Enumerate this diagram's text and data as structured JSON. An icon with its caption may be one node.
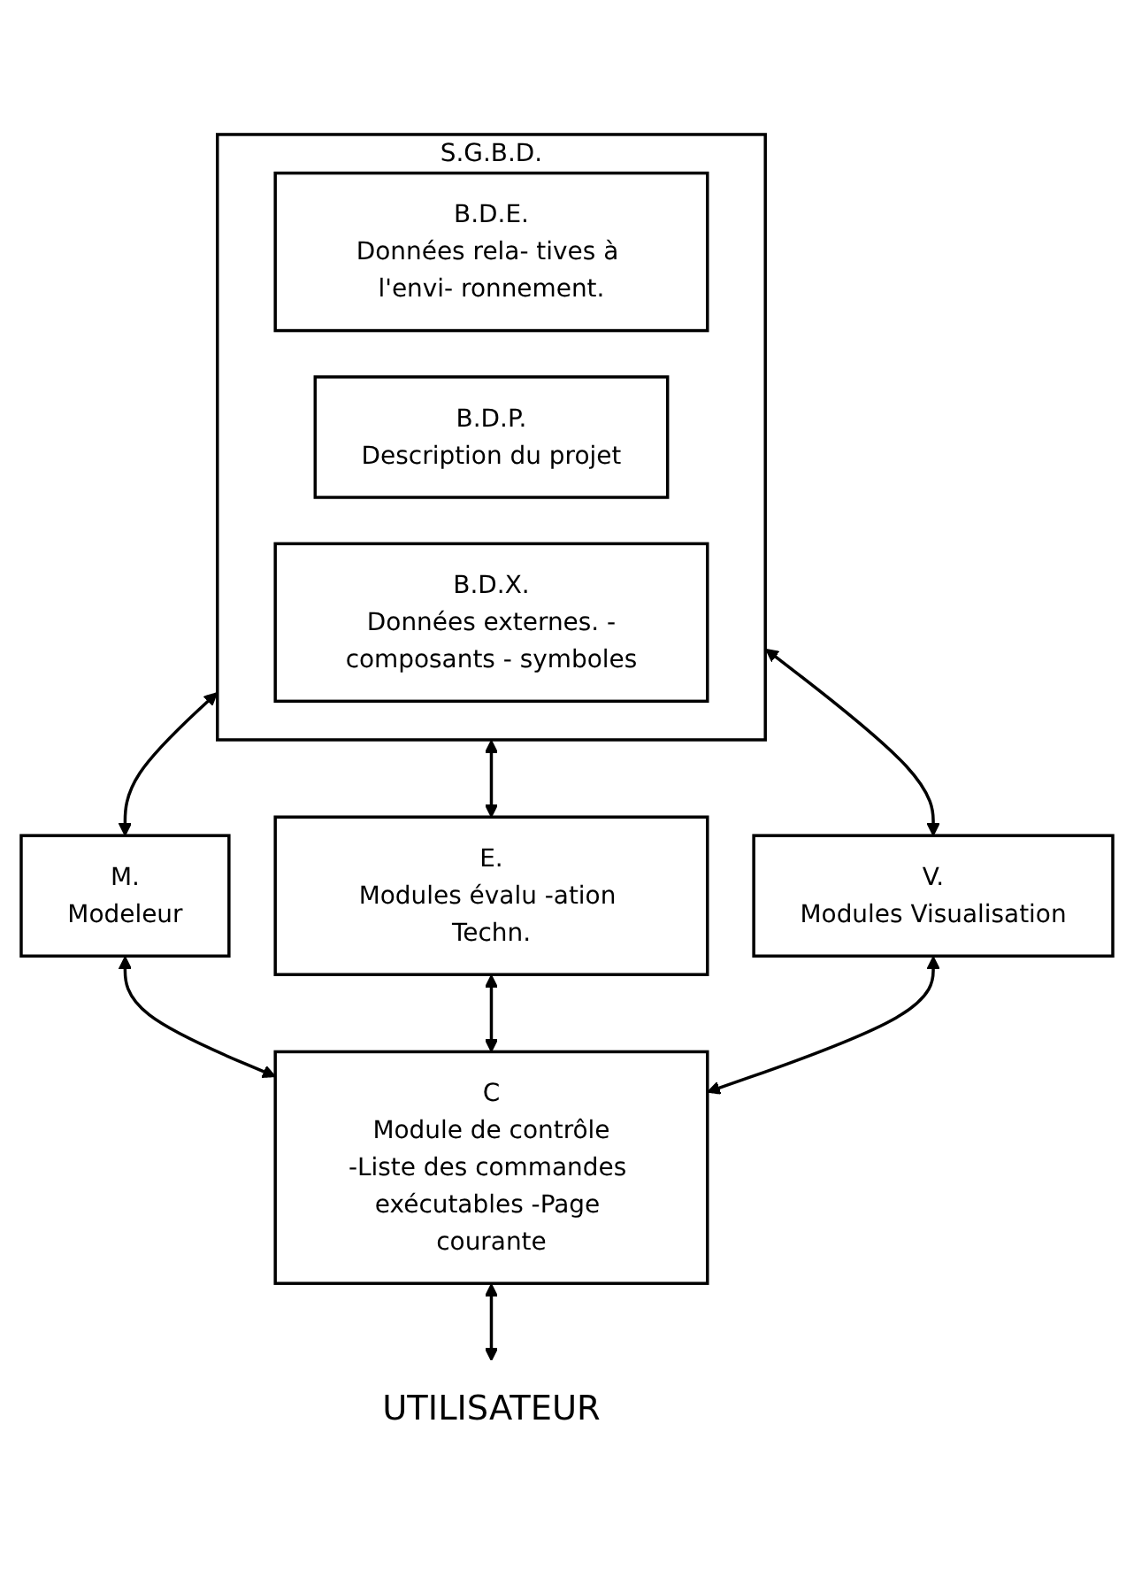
{
  "diagram": {
    "nodes": [
      {
        "text": [
          "S.G.B.D."
        ]
      },
      {
        "text": [
          "B.D.E.",
          "Données rela- tives à l'envi- ronnement."
        ],
        "in": 0
      },
      {
        "text": [
          "B.D.P.",
          "Description du projet"
        ],
        "in": 0
      },
      {
        "text": [
          "B.D.X.",
          "Données externes. -composants - symboles"
        ],
        "in": 0
      },
      {
        "text": [
          "M.",
          "Modeleur"
        ]
      },
      {
        "text": [
          "E.",
          "Modules évalu -ation Techn."
        ]
      },
      {
        "text": [
          "V.",
          "Modules Visualisation"
        ]
      },
      {
        "text": [
          "C",
          "Module de contrôle",
          "-Liste des commandes exécutables -Page courante"
        ]
      },
      {
        "text": [
          "UTILISATEUR"
        ]
      }
    ],
    "edges": [
      {
        "from": 0,
        "to": 4,
        "arrow": "both"
      },
      {
        "from": 0,
        "to": 5,
        "arrow": "both"
      },
      {
        "from": 0,
        "to": 6,
        "arrow": "both"
      },
      {
        "from": 4,
        "to": 7,
        "arrow": "both"
      },
      {
        "from": 5,
        "to": 7,
        "arrow": "both"
      },
      {
        "from": 6,
        "to": 7,
        "arrow": "both"
      },
      {
        "from": 7,
        "to": 8,
        "arrow": "both"
      }
    ]
  }
}
